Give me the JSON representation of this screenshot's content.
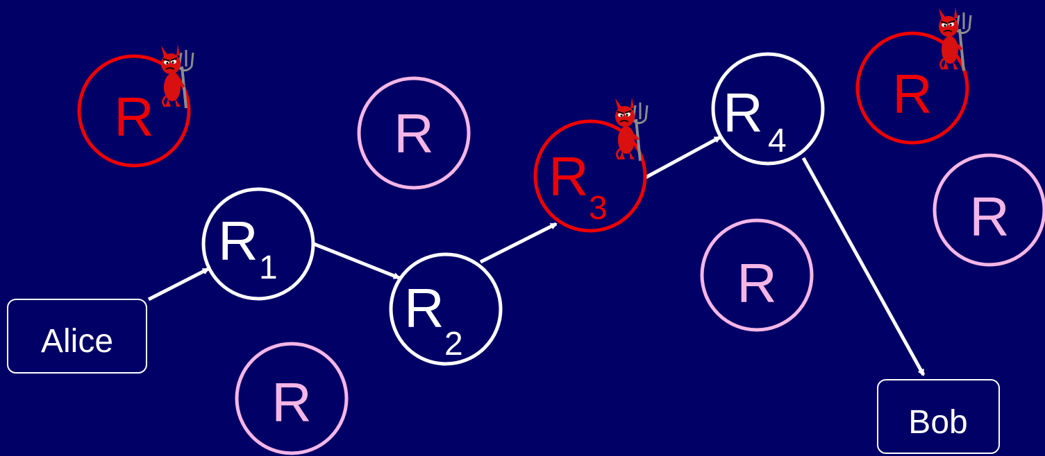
{
  "colors": {
    "background": "#000066",
    "path_node": "#ffffff",
    "compromised_node": "#ee0000",
    "idle_node": "#f5b6e6",
    "devil": "#d81010",
    "trident": "#8c8c8c",
    "arrow": "#ffffff"
  },
  "endpoints": {
    "sender": "Alice",
    "receiver": "Bob"
  },
  "nodes": {
    "base": "R",
    "path_subscripts": [
      "1",
      "2",
      "3",
      "4"
    ]
  },
  "icons": {
    "attacker": "devil-icon"
  }
}
